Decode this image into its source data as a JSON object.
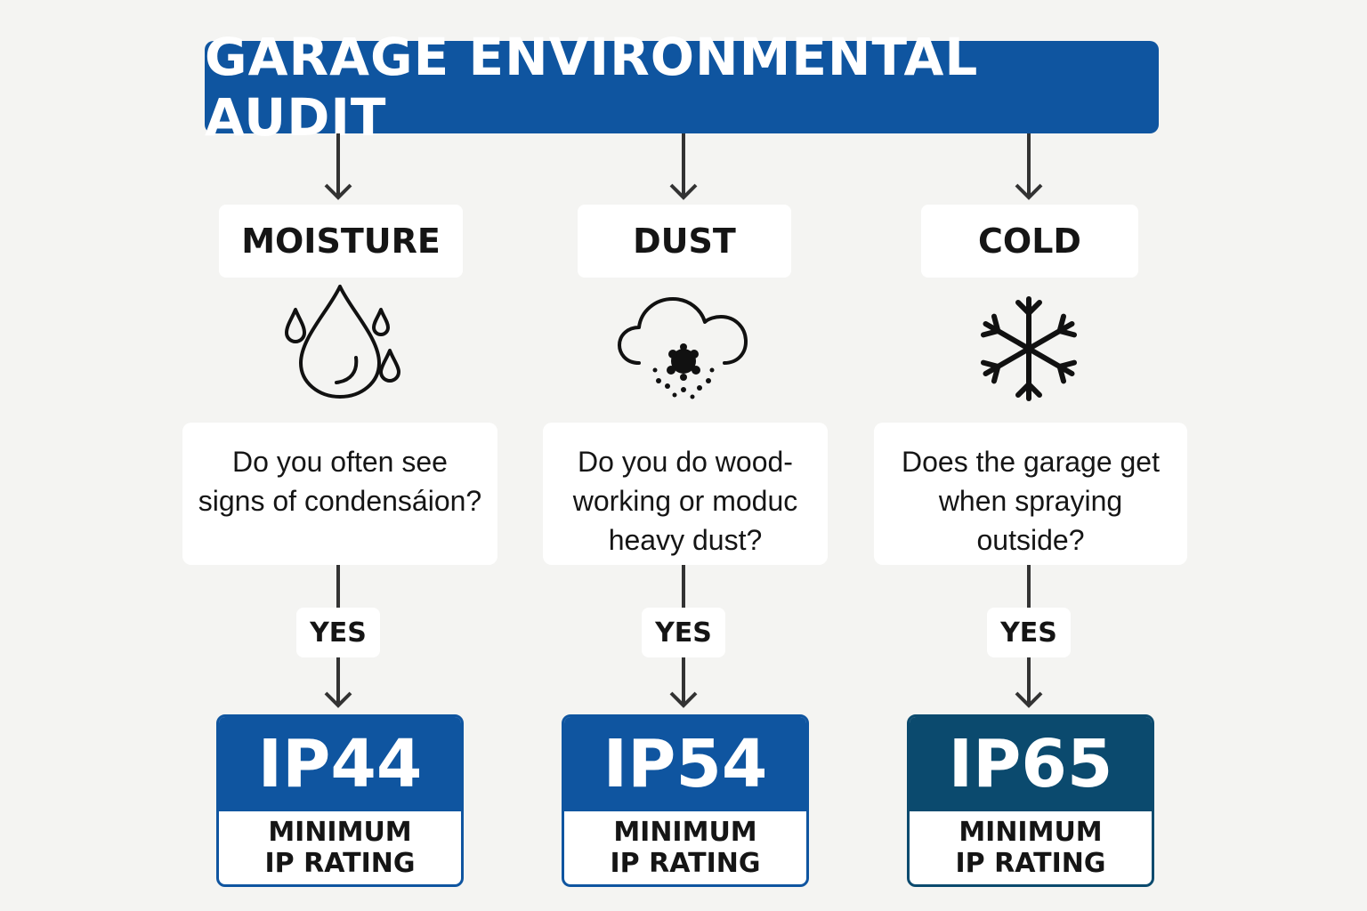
{
  "title": "GARAGE ENVIRONMENTAL AUDIT",
  "colors": {
    "primary_blue": "#0f55a0",
    "dark_teal": "#0b4a6e",
    "background": "#f4f4f2"
  },
  "columns": [
    {
      "category": "MOISTURE",
      "icon": "water-drops-icon",
      "question": "Do you often see\nsigns of condensáion?",
      "answer": "YES",
      "rating": "IP44",
      "rating_caption_1": "MINIMUM",
      "rating_caption_2": "IP RATING"
    },
    {
      "category": "DUST",
      "icon": "dust-cloud-icon",
      "question": "Do you do wood-\nworking or moduc\nheavy dust?",
      "answer": "YES",
      "rating": "IP54",
      "rating_caption_1": "MINIMUM",
      "rating_caption_2": "IP RATING"
    },
    {
      "category": "COLD",
      "icon": "snowflake-icon",
      "question": "Does the garage get\nwhen spraying\noutside?",
      "answer": "YES",
      "rating": "IP65",
      "rating_caption_1": "MINIMUM",
      "rating_caption_2": "IP RATING"
    }
  ]
}
